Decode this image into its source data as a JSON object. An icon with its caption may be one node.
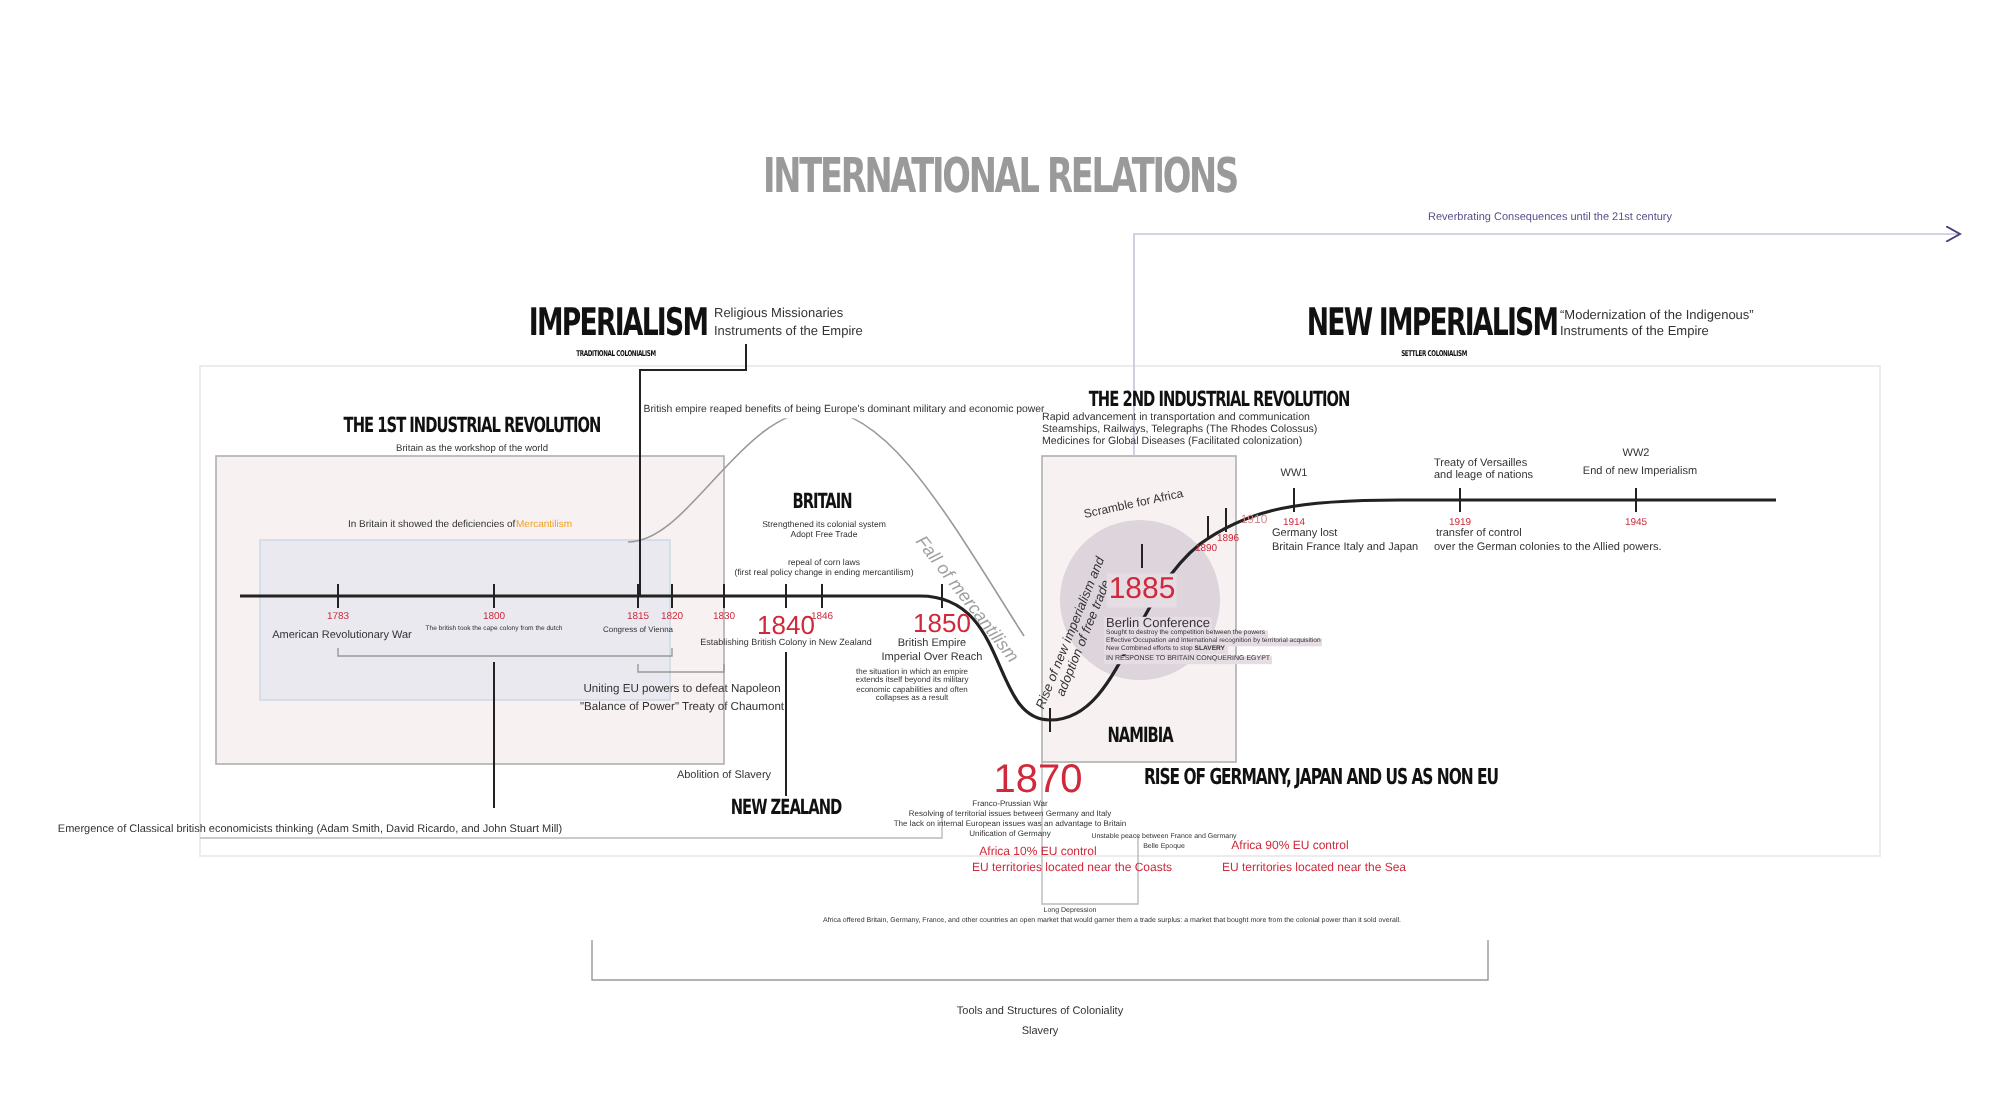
{
  "diagram": {
    "title": "INTERNATIONAL RELATIONS",
    "labels": [
      "Reverbrating Consequences until the 21st century",
      "IMPERIALISM",
      "Religious Missionaries",
      "Instruments of the Empire",
      "TRADITIONAL COLONIALISM",
      "NEW IMPERIALISM",
      "“Modernization of the Indigenous”",
      "Instruments of the Empire",
      "SETTLER COLONIALISM",
      "British empire reaped benefits of being Europe's dominant military and economic power",
      "THE 2ND INDUSTRIAL REVOLUTION",
      "Rapid advancement in transportation and communication",
      "Steamships, Railways, Telegraphs (The Rhodes Colossus)",
      "Medicines for Global Diseases (Facilitated colonization)",
      "THE 1ST INDUSTRIAL REVOLUTION",
      "Britain as the workshop of the world",
      "BRITAIN",
      "Strengthened its colonial system",
      "Adopt Free Trade",
      "In Britain it showed the deficiencies of",
      "Mercantilism",
      "repeal of corn laws",
      "(first real policy change in ending mercantilism)",
      "Fall of mercantilism",
      "Scramble for Africa",
      "WW1",
      "Treaty of Versailles",
      "and leage of nations",
      "WW2",
      "End of new Imperialism",
      "1783",
      "1800",
      "1815",
      "1820",
      "1830",
      "1840",
      "1846",
      "1850",
      "American Revolutionary War",
      "The british took the cape colony from the dutch",
      "Congress of Vienna",
      "Establishing British Colony in New Zealand",
      "British Empire",
      "Imperial Over Reach",
      "the situation in which an empire extends itself beyond its military economic capabilities and often collapses as a result",
      "Rise of new imperialism and adoption of free trade",
      "1885",
      "1890",
      "1896",
      "1910",
      "1914",
      "Germany lost",
      "Britain France Italy and Japan",
      "1919",
      "transfer of control",
      "over the German colonies to the Allied powers.",
      "1945",
      "Berlin Conference",
      "Sought to destroy the competition between the powers",
      "Effective Occupation and International recognition by territorial acquisition",
      "New Combined efforts to stop **SLAVERY**",
      "IN RESPONSE TO BRITAIN CONQUERING EGYPT",
      "Uniting EU powers to defeat Napoleon",
      "\"Balance of Power\" Treaty of Chaumont",
      "NAMIBIA",
      "1870",
      "RISE OF GERMANY, JAPAN AND US AS NON EU",
      "Abolition of Slavery",
      "NEW ZEALAND",
      "Emergence of Classical british economicists thinking (Adam Smith, David Ricardo, and John Stuart Mill)",
      "Franco-Prussian War",
      "Resolving of territorial issues between Germany and Italy",
      "The lack on internal European issues was an advantage to Britain",
      "Unification of Germany",
      "Unstable peace between France and Germany",
      "Belle Epoque",
      "Africa 10% EU control",
      "Africa 90% EU control",
      "EU territories located near the Coasts",
      "EU territories located near the Sea",
      "Long Depression",
      "Africa offered Britain, Germany, France, and other countries an open market that would garner them a trade surplus: a market that bought more from the colonial power than it sold overall.",
      "Tools and Structures of Coloniality",
      "Slavery"
    ]
  }
}
